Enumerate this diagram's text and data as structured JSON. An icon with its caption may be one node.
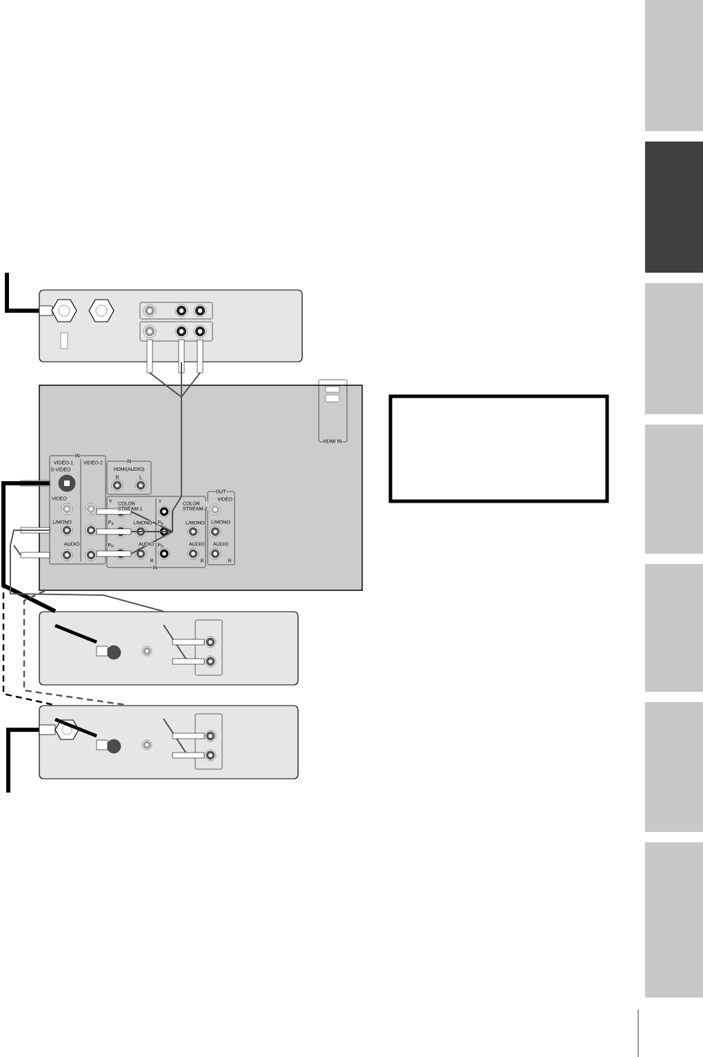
{
  "diagram": {
    "nodes": [
      {
        "text": [],
        "shape": "box"
      },
      {
        "text": [],
        "shape": "box"
      },
      {
        "text": [
          "IN",
          "VIDEO-1",
          "S-VIDEO",
          "VIDEO-2",
          "VIDEO",
          "L/MONO",
          "AUDIO"
        ],
        "in": 1
      },
      {
        "text": [
          "IN",
          "HDMI(AUDIO)",
          "R",
          "L"
        ],
        "in": 1
      },
      {
        "text": [
          "Y",
          "COLOR STREAM-1",
          "P$_{B}$",
          "L/MONO",
          "P$_{R}$",
          "AUDIO",
          "R",
          "Y",
          "COLOR STREAM-2",
          "P$_{B}$",
          "L/MONO",
          "P$_{R}$",
          "AUDIO",
          "R",
          "IN"
        ],
        "in": 1
      },
      {
        "text": [
          "OUT",
          "VIDEO",
          "L/MONO",
          "AUDIO",
          "R"
        ],
        "in": 1
      },
      {
        "text": [
          "HDMI IN"
        ],
        "in": 1
      },
      {
        "text": [],
        "shape": "box"
      },
      {
        "text": [],
        "shape": "box"
      }
    ],
    "edges": [
      {
        "from": 0,
        "to": 4,
        "arrow": "none",
        "color": "#555555"
      },
      {
        "from": 2,
        "to": 7,
        "arrow": "none",
        "style": "thick"
      },
      {
        "from": 2,
        "to": 7,
        "arrow": "none",
        "color": "#555555"
      },
      {
        "from": 2,
        "to": 8,
        "arrow": "none",
        "style": "dashed"
      },
      {
        "from": 1,
        "to": 8,
        "arrow": "none",
        "style": "dashed",
        "color": "#555555"
      },
      {
        "from": null,
        "to": 0,
        "arrow": "none",
        "style": "thick"
      },
      {
        "from": null,
        "to": 8,
        "arrow": "none",
        "style": "thick"
      }
    ]
  }
}
